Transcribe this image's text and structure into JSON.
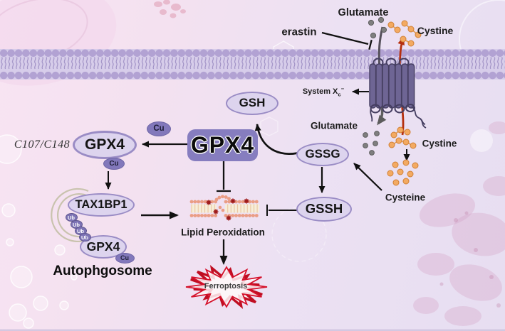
{
  "nodes": {
    "gsh": "GSH",
    "gpx4_main": "GPX4",
    "gpx4_left": "GPX4",
    "gpx4_auto": "GPX4",
    "tax1bp1": "TAX1BP1",
    "gssg": "GSSG",
    "gssh": "GSSH",
    "cu": "Cu",
    "ub": "Ub"
  },
  "labels": {
    "glutamate_top": "Glutamate",
    "cystine_top": "Cystine",
    "erastin": "erastin",
    "system_xc_base": "System X",
    "system_xc_sub": "c",
    "system_xc_sup": "−",
    "glutamate_bottom": "Glutamate",
    "cystine_bottom": "Cystine",
    "cysteine": "Cysteine",
    "residues": "C107/C148",
    "autophagosome": "Autophgosome",
    "lipid_peroxidation": "Lipid Peroxidation",
    "ferroptosis": "Ferroptosis"
  },
  "colors": {
    "node_fill": "#ddd4ee",
    "node_border": "#9a8cc5",
    "accent_purple": "#8278bb",
    "membrane_bead": "#b2a2d3",
    "ferroptosis_red": "#c8102e",
    "cystine_orange": "#f3aa62",
    "glutamate_gray": "#7f7f7f"
  }
}
